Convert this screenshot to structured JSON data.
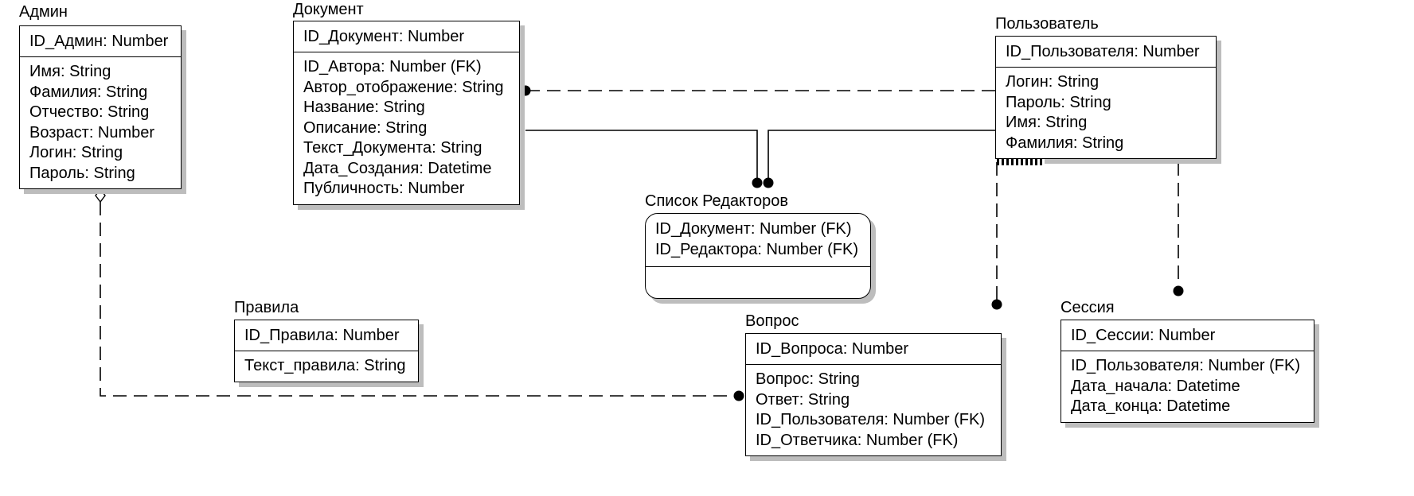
{
  "entities": {
    "admin": {
      "name": "Админ",
      "pk": "ID_Админ: Number",
      "attrs": [
        "Имя: String",
        "Фамилия: String",
        "Отчество: String",
        "Возраст: Number",
        "Логин: String",
        "Пароль: String"
      ]
    },
    "document": {
      "name": "Документ",
      "pk": "ID_Документ: Number",
      "attrs": [
        "ID_Автора: Number (FK)",
        "Автор_отображение: String",
        "Название: String",
        "Описание: String",
        "Текст_Документа: String",
        "Дата_Создания: Datetime",
        "Публичность: Number"
      ]
    },
    "user": {
      "name": "Пользователь",
      "pk": "ID_Пользователя: Number",
      "attrs": [
        "Логин: String",
        "Пароль: String",
        "Имя: String",
        "Фамилия: String"
      ]
    },
    "editors": {
      "name": "Список Редакторов",
      "pk_lines": [
        "ID_Документ: Number (FK)",
        "ID_Редактора: Number (FK)"
      ]
    },
    "rules": {
      "name": "Правила",
      "pk": "ID_Правила: Number",
      "attrs": [
        "Текст_правила: String"
      ]
    },
    "question": {
      "name": "Вопрос",
      "pk": "ID_Вопроса: Number",
      "attrs": [
        "Вопрос: String",
        "Ответ: String",
        "ID_Пользователя: Number (FK)",
        "ID_Ответчика: Number (FK)"
      ]
    },
    "session": {
      "name": "Сессия",
      "pk": "ID_Сессии: Number",
      "attrs": [
        "ID_Пользователя: Number (FK)",
        "Дата_начала: Datetime",
        "Дата_конца: Datetime"
      ]
    }
  },
  "relationships": [
    {
      "from": "Пользователь",
      "to": "Документ",
      "style": "dashed"
    },
    {
      "from": "Документ",
      "to": "Список Редакторов",
      "style": "solid"
    },
    {
      "from": "Пользователь",
      "to": "Список Редакторов",
      "style": "solid"
    },
    {
      "from": "Пользователь",
      "to": "Вопрос",
      "style": "dashed"
    },
    {
      "from": "Пользователь",
      "to": "Сессия",
      "style": "dashed"
    },
    {
      "from": "Админ",
      "to": "Вопрос",
      "style": "dashed"
    }
  ]
}
